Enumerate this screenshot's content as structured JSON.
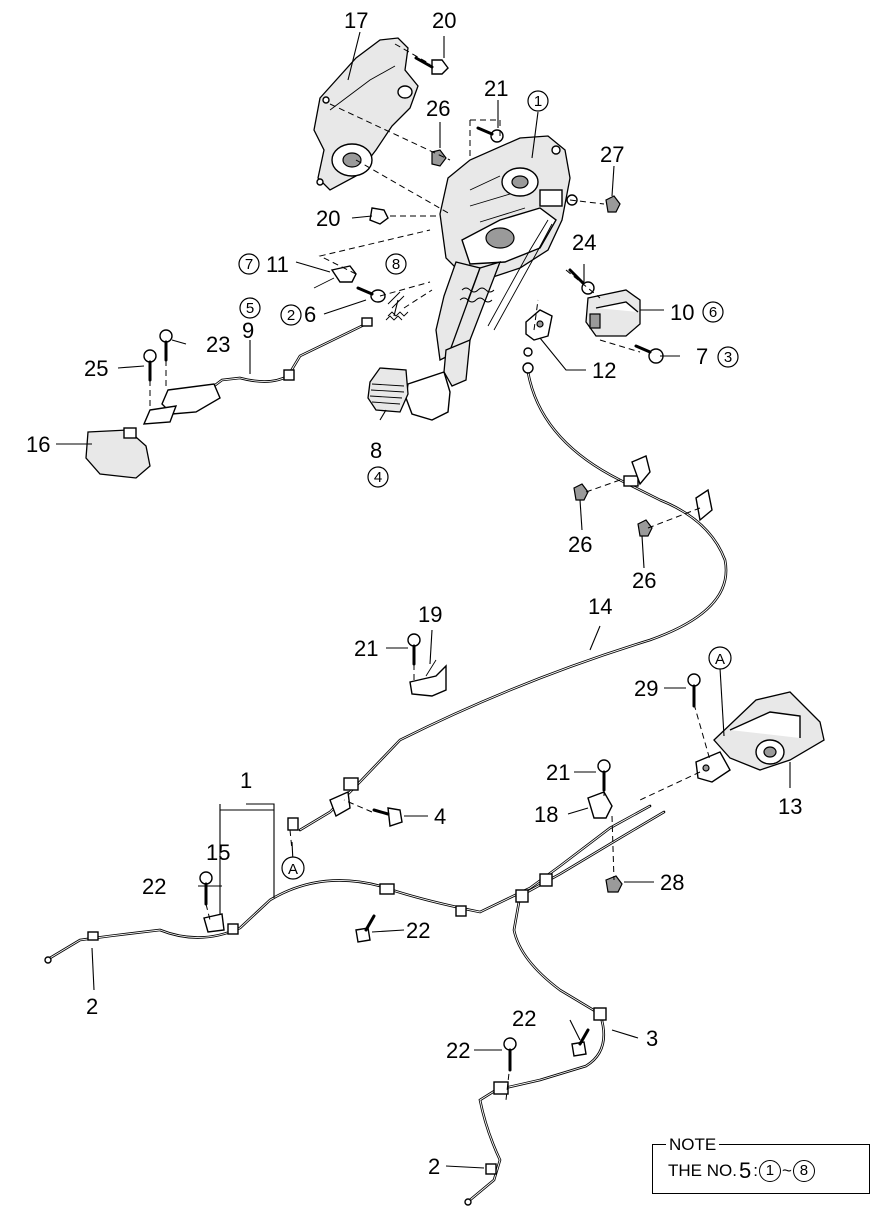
{
  "callouts": {
    "n1_top": "1",
    "n1_bottom": "1",
    "n2_left": "2",
    "n2_bottom": "2",
    "n3": "3",
    "n3_circ": "3",
    "n4": "4",
    "n4_circ": "4",
    "n5_circ": "5",
    "n6": "6",
    "n6_circ": "6",
    "n7": "7",
    "n7_circ": "7",
    "n8": "8",
    "n8_circ": "8",
    "n9": "9",
    "n10": "10",
    "n11": "11",
    "n12": "12",
    "n13": "13",
    "n14": "14",
    "n15": "15",
    "n16": "16",
    "n17": "17",
    "n18": "18",
    "n19": "19",
    "n2_circ": "2",
    "n20_top": "20",
    "n20_mid": "20",
    "n21_top": "21",
    "n21_mid": "21",
    "n21_right": "21",
    "n22_left": "22",
    "n22_mid": "22",
    "n22_lower_right": "22",
    "n22_lower_left": "22",
    "n23": "23",
    "n24": "24",
    "n25": "25",
    "n26_top": "26",
    "n26_a": "26",
    "n26_b": "26",
    "n27": "27",
    "n28": "28",
    "n29": "29",
    "ref_a_left": "A",
    "ref_a_right": "A"
  },
  "note": {
    "title": "NOTE",
    "text": "THE NO.",
    "number": "5",
    "sep": ":",
    "range_start": "1",
    "tilde": "~",
    "range_end": "8"
  }
}
